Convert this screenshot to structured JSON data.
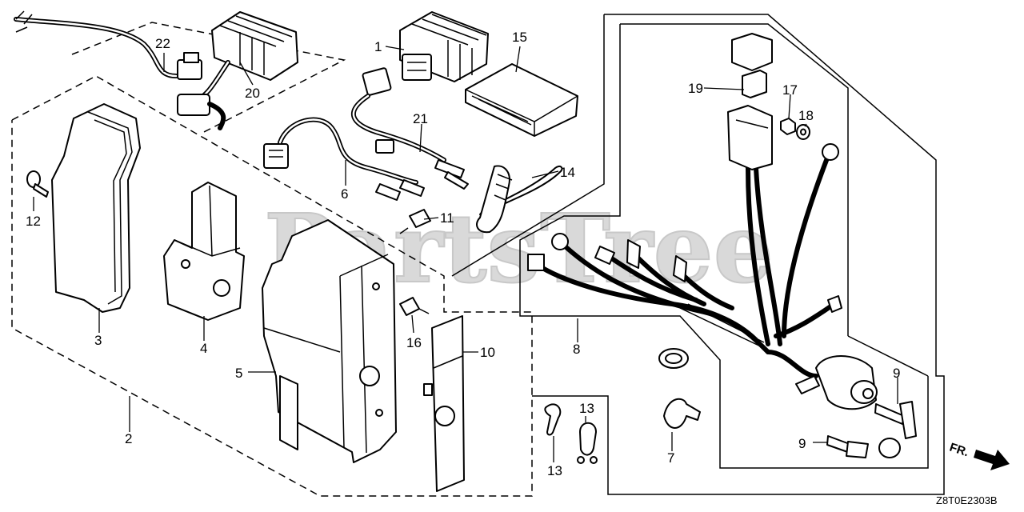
{
  "watermark": "PartsTree",
  "diagram_code": "Z8T0E2303B",
  "front_marker": "FR.",
  "callouts": [
    {
      "id": "c1",
      "text": "1"
    },
    {
      "id": "c2",
      "text": "2"
    },
    {
      "id": "c3",
      "text": "3"
    },
    {
      "id": "c4",
      "text": "4"
    },
    {
      "id": "c5",
      "text": "5"
    },
    {
      "id": "c6",
      "text": "6"
    },
    {
      "id": "c7",
      "text": "7"
    },
    {
      "id": "c8",
      "text": "8"
    },
    {
      "id": "c9a",
      "text": "9"
    },
    {
      "id": "c9b",
      "text": "9"
    },
    {
      "id": "c10",
      "text": "10"
    },
    {
      "id": "c11",
      "text": "11"
    },
    {
      "id": "c12",
      "text": "12"
    },
    {
      "id": "c13a",
      "text": "13"
    },
    {
      "id": "c13b",
      "text": "13"
    },
    {
      "id": "c14",
      "text": "14"
    },
    {
      "id": "c15",
      "text": "15"
    },
    {
      "id": "c16",
      "text": "16"
    },
    {
      "id": "c17",
      "text": "17"
    },
    {
      "id": "c18",
      "text": "18"
    },
    {
      "id": "c19",
      "text": "19"
    },
    {
      "id": "c20",
      "text": "20"
    },
    {
      "id": "c21",
      "text": "21"
    },
    {
      "id": "c22",
      "text": "22"
    }
  ]
}
